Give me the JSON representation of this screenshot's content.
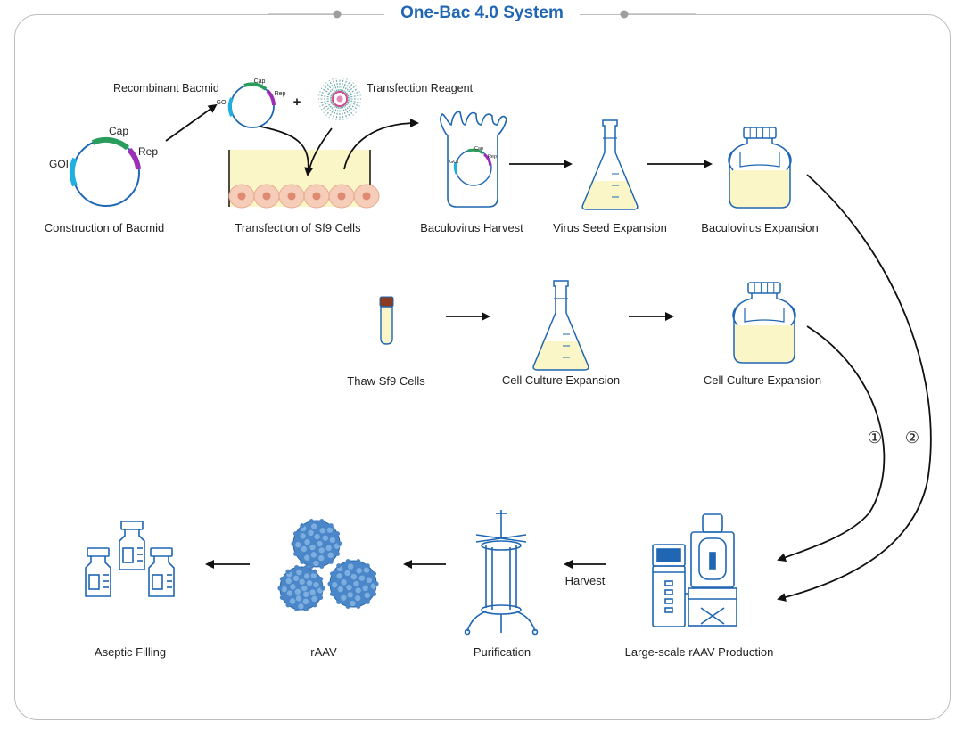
{
  "title": "One-Bac 4.0 System",
  "colors": {
    "title": "#1f66b3",
    "vessel_stroke": "#1f66b3",
    "culture_fill": "#fbf6c8",
    "gene_goi": "#1fb0e0",
    "gene_cap": "#2a9d5c",
    "gene_rep": "#9b2fb5",
    "cell_fill": "#f6cdb8",
    "raav_fill": "#4a86c8"
  },
  "bacmid": {
    "goi": "GOI",
    "cap": "Cap",
    "rep": "Rep"
  },
  "labels": {
    "recombinant_bacmid": "Recombinant Bacmid",
    "plus": "+",
    "transfection_reagent": "Transfection Reagent",
    "construction": "Construction of Bacmid",
    "transfection": "Transfection of Sf9 Cells",
    "baculovirus_harvest": "Baculovirus Harvest",
    "virus_seed": "Virus Seed Expansion",
    "baculovirus_expansion": "Baculovirus Expansion",
    "thaw_cells": "Thaw Sf9 Cells",
    "cell_culture_1": "Cell Culture Expansion",
    "cell_culture_2": "Cell Culture Expansion",
    "route_1": "①",
    "route_2": "②",
    "large_scale": "Large-scale rAAV Production",
    "harvest": "Harvest",
    "purification": "Purification",
    "raav": "rAAV",
    "aseptic_filling": "Aseptic Filling"
  }
}
